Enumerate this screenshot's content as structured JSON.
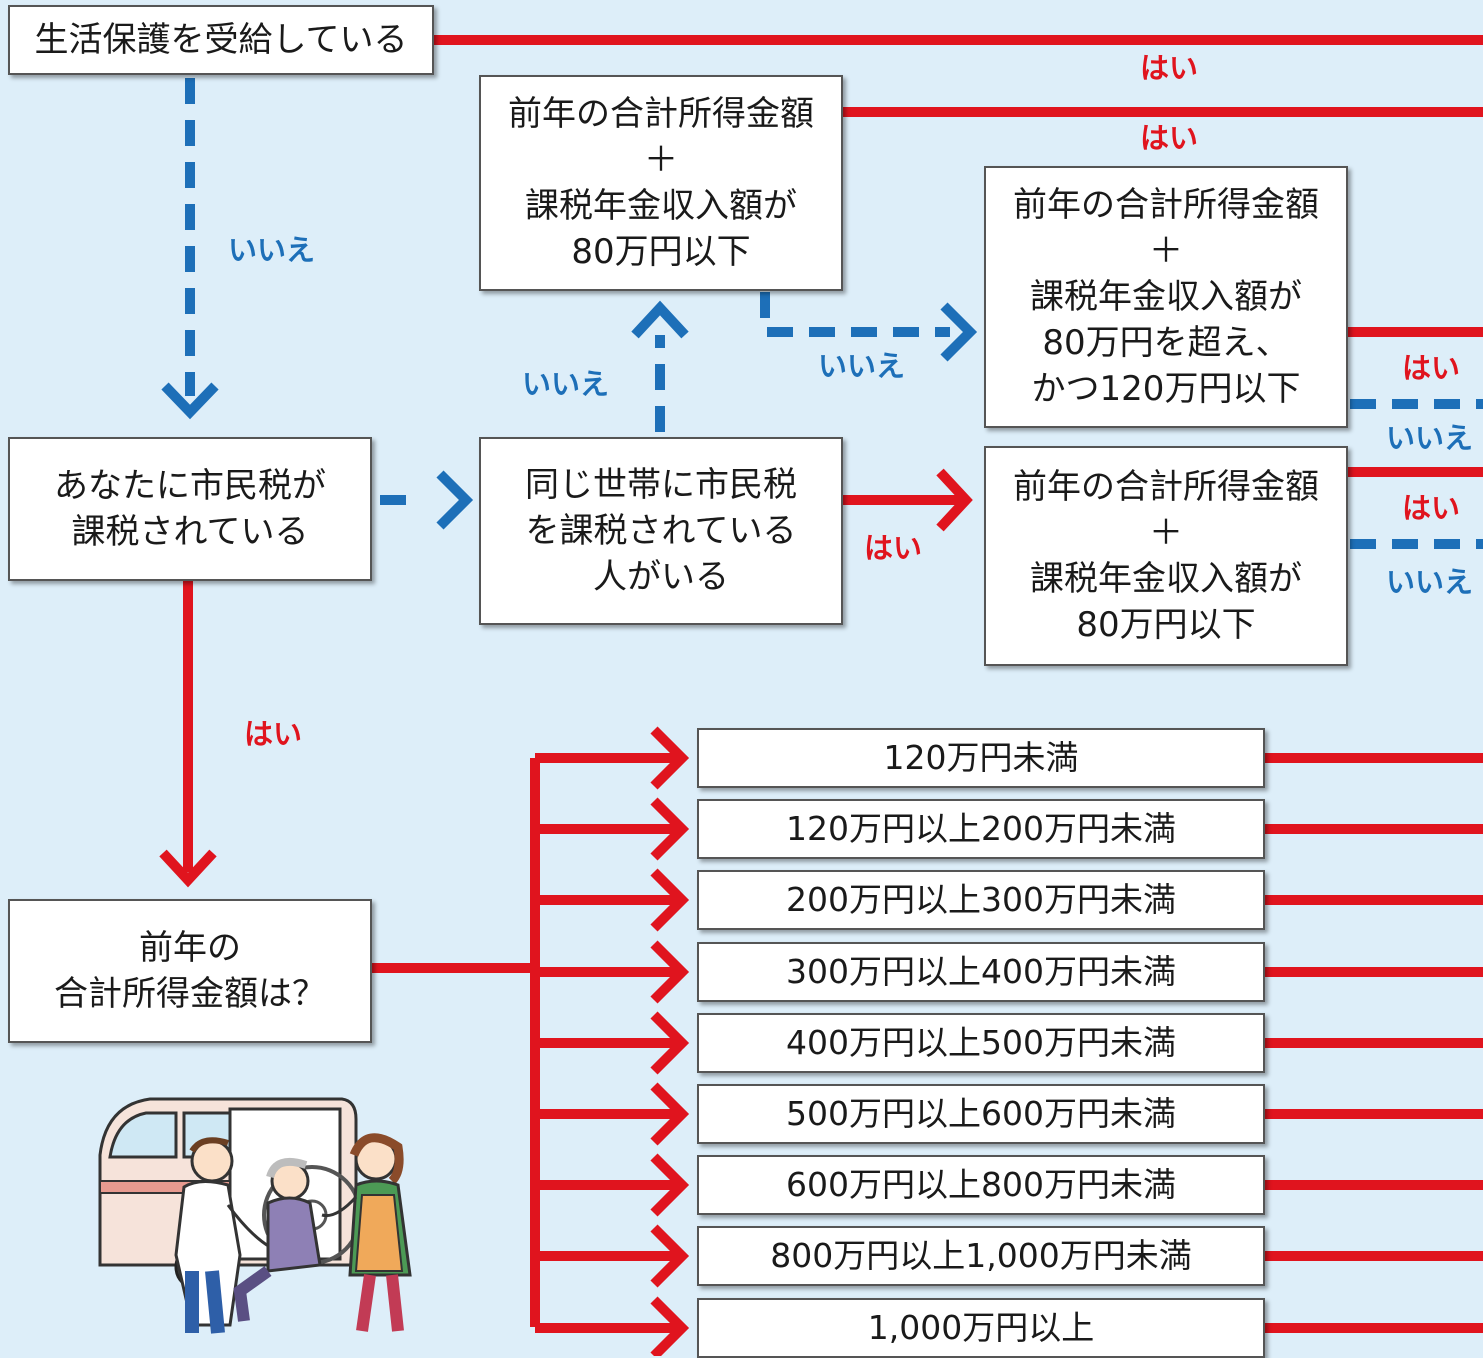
{
  "boxes": {
    "welfare": "生活保護を受給している",
    "income_le80_top": "前年の合計所得金額\n＋\n課税年金収入額が\n80万円以下",
    "income_80_120": "前年の合計所得金額\n＋\n課税年金収入額が\n80万円を超え、\nかつ120万円以下",
    "taxed_self": "あなたに市民税が\n課税されている",
    "household_taxed": "同じ世帯に市民税\nを課税されている\n人がいる",
    "income_le80_bottom": "前年の合計所得金額\n＋\n課税年金収入額が\n80万円以下",
    "income_question": "前年の\n合計所得金額は？"
  },
  "income_ranges": [
    "120万円未満",
    "120万円以上200万円未満",
    "200万円以上300万円未満",
    "300万円以上400万円未満",
    "400万円以上500万円未満",
    "500万円以上600万円未満",
    "600万円以上800万円未満",
    "800万円以上1,000万円未満",
    "1,000万円以上"
  ],
  "labels": {
    "yes": "はい",
    "no": "いいえ"
  },
  "colors": {
    "yes_line": "#e0141e",
    "no_line": "#1d6fb8",
    "background": "#ddeef9"
  },
  "illustration": "care-van-wheelchair-illustration"
}
